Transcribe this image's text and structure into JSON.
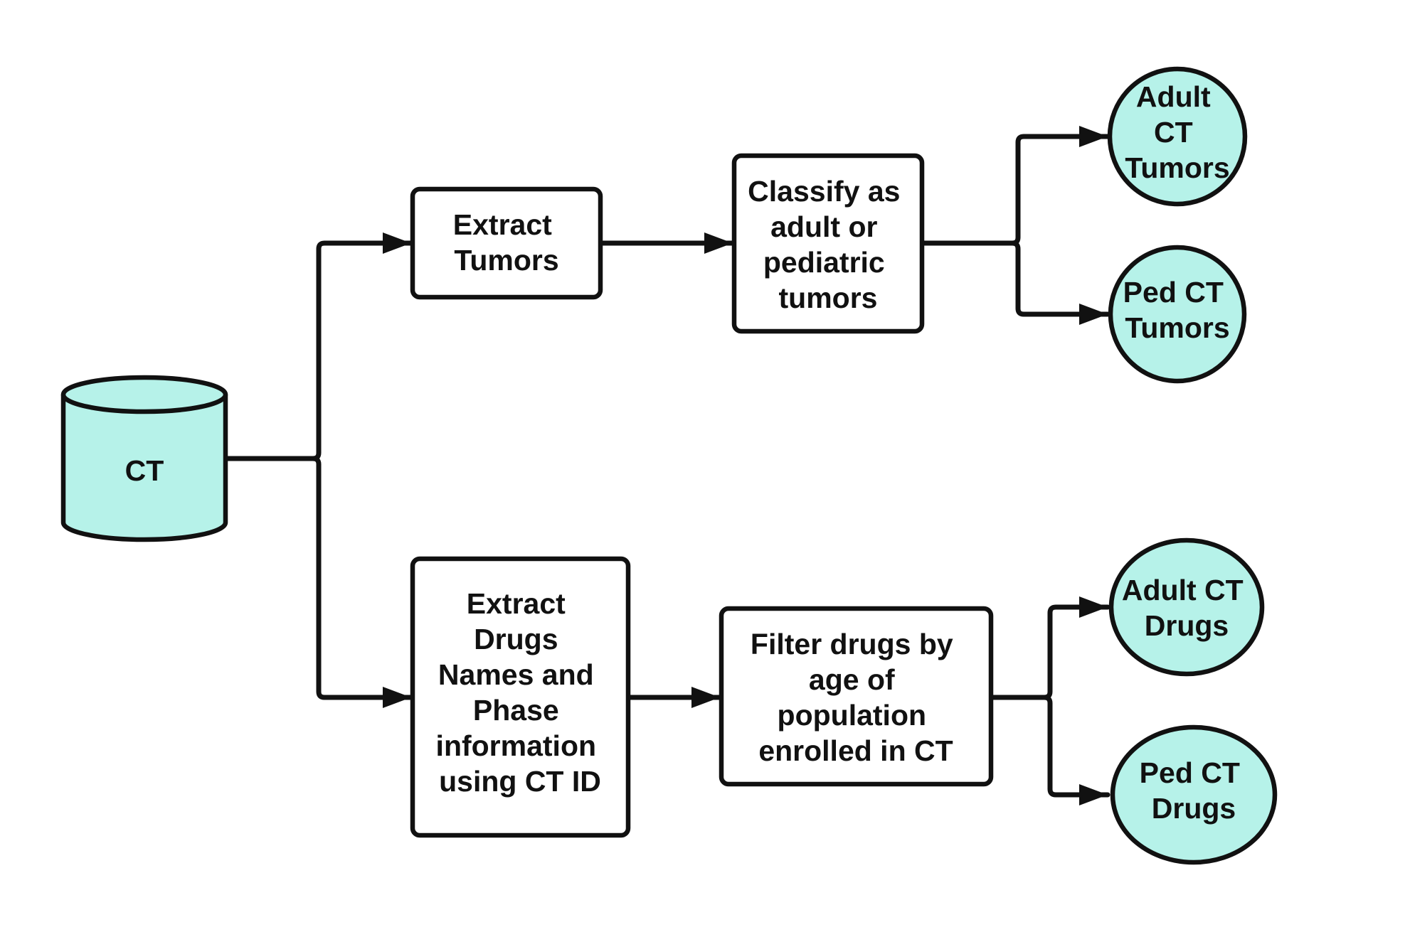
{
  "colors": {
    "background": "#ffffff",
    "stroke": "#111111",
    "node_fill": "#b6f2e9"
  },
  "nodes": {
    "ct": {
      "lines": [
        "CT"
      ]
    },
    "extract_tumors": {
      "lines": [
        "Extract",
        "Tumors"
      ]
    },
    "classify": {
      "lines": [
        "Classify as",
        "adult or",
        "pediatric",
        "tumors"
      ]
    },
    "adult_ct_tumors": {
      "lines": [
        "Adult",
        "CT",
        "Tumors"
      ]
    },
    "ped_ct_tumors": {
      "lines": [
        "Ped CT",
        "Tumors"
      ]
    },
    "extract_drugs": {
      "lines": [
        "Extract",
        "Drugs",
        "Names and",
        "Phase",
        "information",
        "using CT ID"
      ]
    },
    "filter_drugs": {
      "lines": [
        "Filter drugs by",
        "age of",
        "population",
        "enrolled in CT"
      ]
    },
    "adult_ct_drugs": {
      "lines": [
        "Adult CT",
        "Drugs"
      ]
    },
    "ped_ct_drugs": {
      "lines": [
        "Ped CT",
        "Drugs"
      ]
    }
  }
}
